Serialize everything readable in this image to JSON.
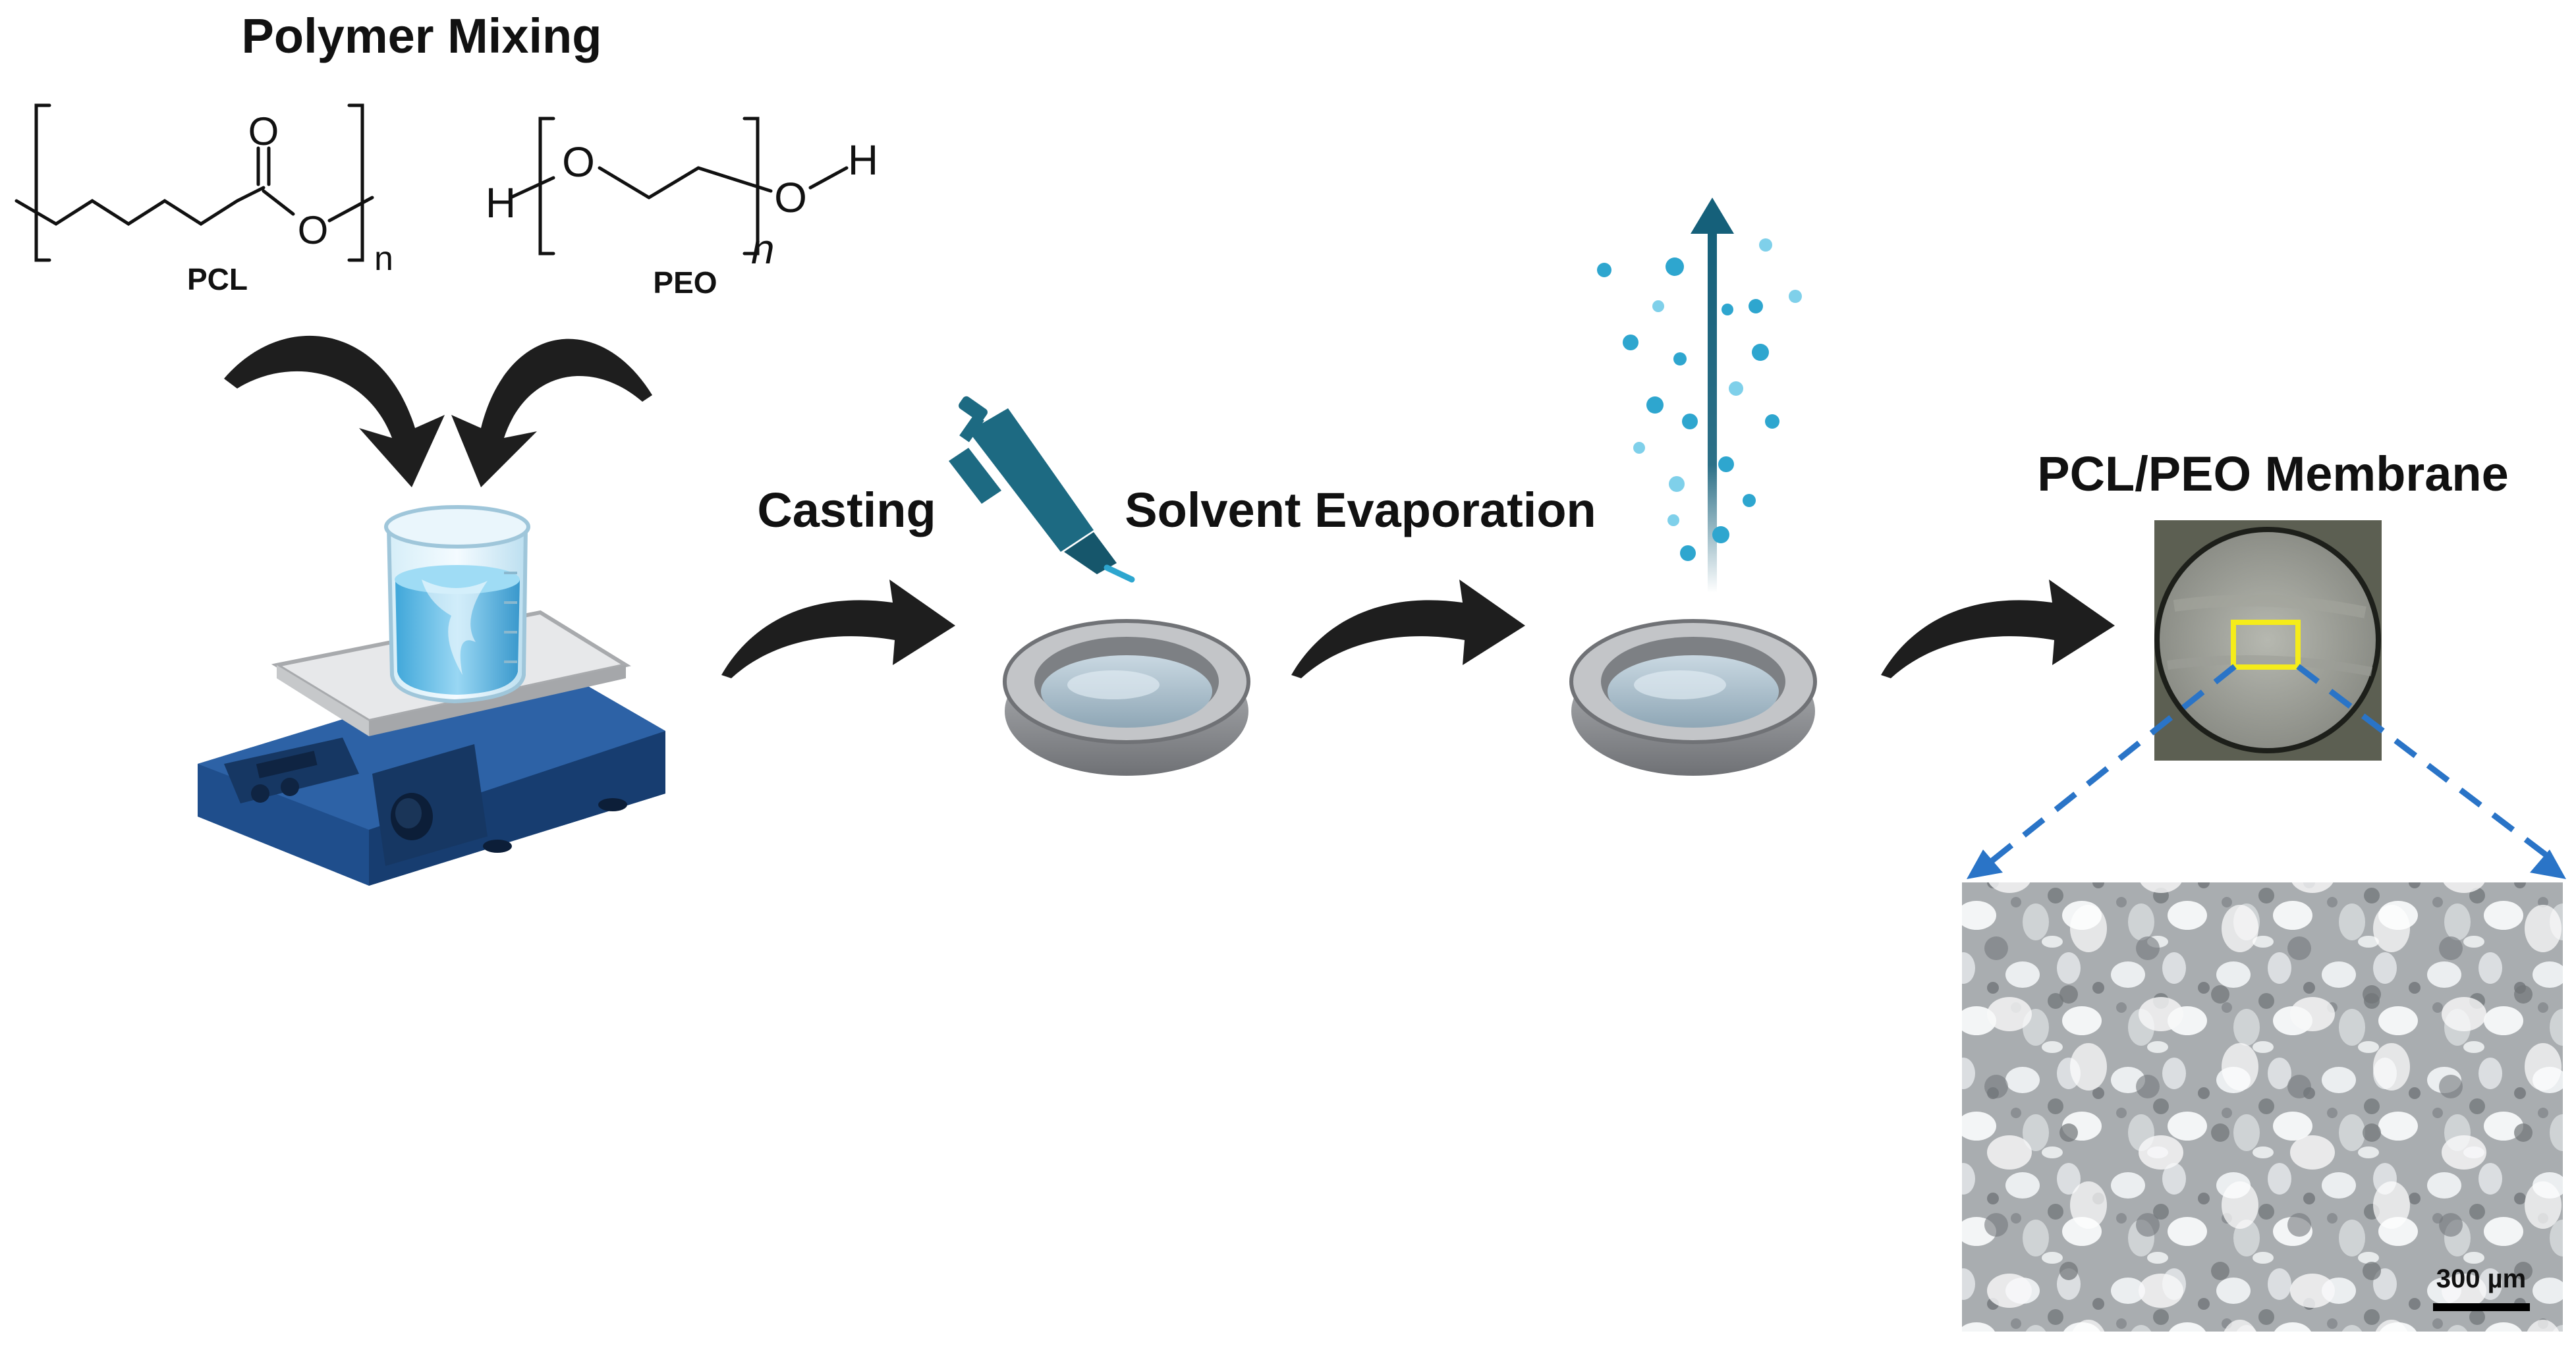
{
  "steps": {
    "mixing": "Polymer Mixing",
    "casting": "Casting",
    "evaporation": "Solvent Evaporation",
    "membrane": "PCL/PEO Membrane"
  },
  "molecules": {
    "pcl": {
      "name": "PCL",
      "carbonyl_o": "O",
      "ester_o": "O",
      "repeat": "n"
    },
    "peo": {
      "name": "PEO",
      "h_left": "H",
      "o_chain": "O",
      "o_end": "O",
      "h_right": "H",
      "repeat": "n"
    }
  },
  "micrograph": {
    "scale_bar": "300 µm"
  },
  "colors": {
    "arrow": "#1e1e1e",
    "hotplate": "#1f4e8c",
    "water": "#5fb8e0",
    "pipette": "#1d6a82",
    "droplet": "#2ea6cf",
    "vapor_arrow": "#15607a",
    "dish": "#8c8e92",
    "zoom_lines": "#2a74c7",
    "highlight_box": "#f5ec1a"
  }
}
